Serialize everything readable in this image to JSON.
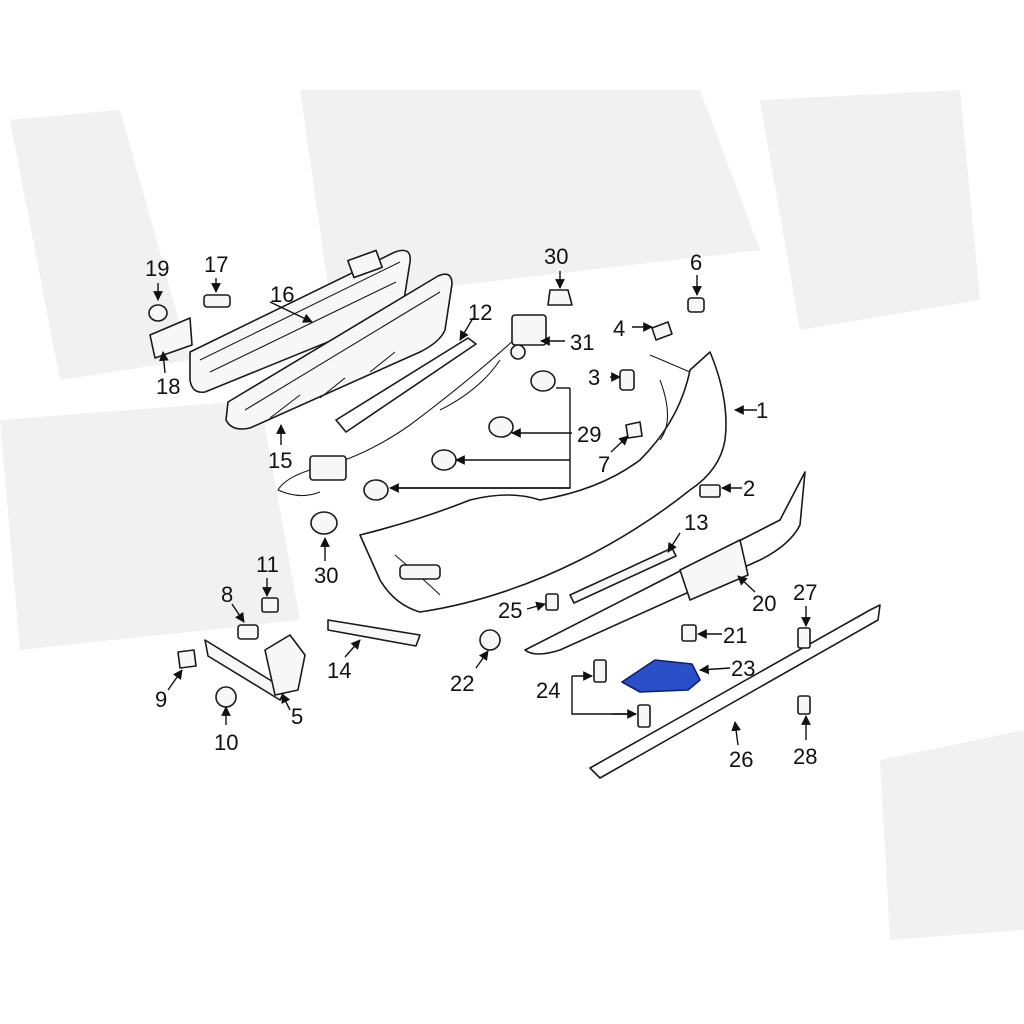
{
  "callouts": [
    "1",
    "2",
    "3",
    "4",
    "5",
    "6",
    "7",
    "8",
    "9",
    "10",
    "11",
    "12",
    "13",
    "14",
    "15",
    "16",
    "17",
    "18",
    "19",
    "20",
    "21",
    "22",
    "23",
    "24",
    "25",
    "26",
    "27",
    "28",
    "29",
    "30",
    "31"
  ],
  "colors": {
    "highlight": "#2a4fc9",
    "line": "#1a1a1a",
    "watermark": "#f1f1f1"
  },
  "highlighted_part": "23"
}
